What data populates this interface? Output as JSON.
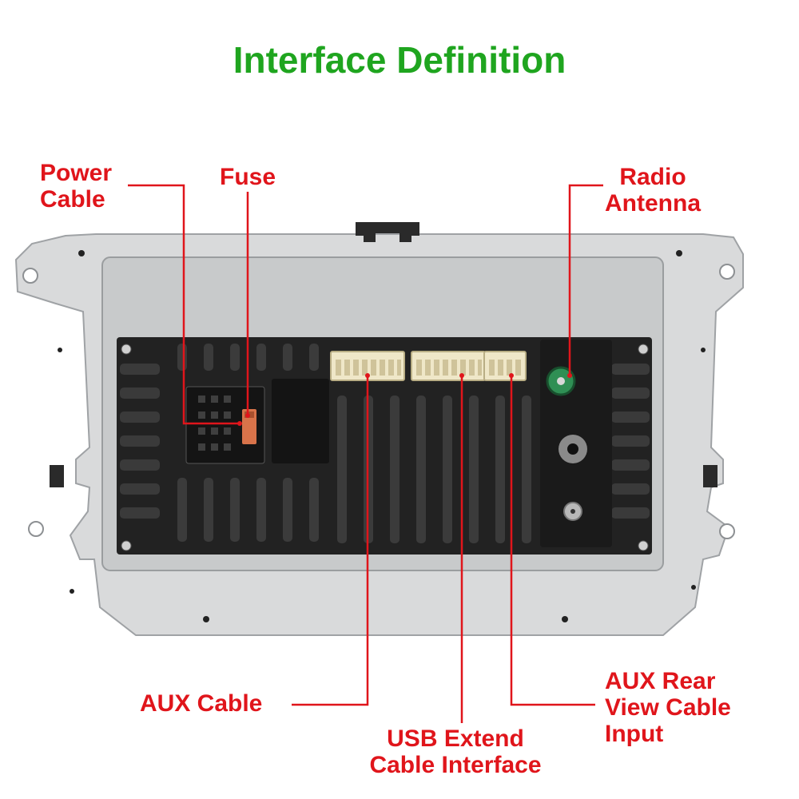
{
  "title": "Interface Definition",
  "labels": {
    "power_cable": [
      "Power",
      "Cable"
    ],
    "fuse": "Fuse",
    "radio_antenna": [
      "Radio",
      "Antenna"
    ],
    "aux_cable": "AUX Cable",
    "usb_extend": [
      "USB Extend",
      "Cable Interface"
    ],
    "aux_rear_view": [
      "AUX Rear",
      "View Cable",
      "Input"
    ]
  },
  "colors": {
    "title": "#1fa51f",
    "label": "#e0151b",
    "leader_line": "#e0151b",
    "bracket": "#d9dadb",
    "cover_plate": "#c8cacb",
    "heatsink": "#222222",
    "connector": "#efe7c8",
    "antenna_socket": "#2f8f54"
  }
}
